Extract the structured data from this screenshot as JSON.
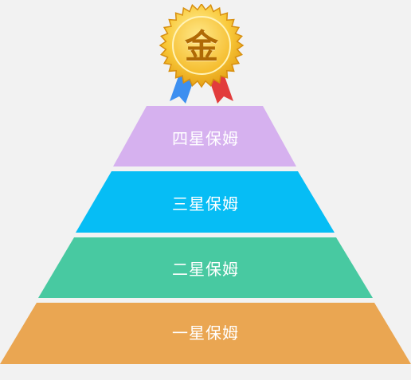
{
  "medal": {
    "text": "金",
    "icon": "gold-medal-icon"
  },
  "tiers": [
    {
      "label": "四星保姆",
      "color": "#d6b1ef"
    },
    {
      "label": "三星保姆",
      "color": "#06bdf5"
    },
    {
      "label": "二星保姆",
      "color": "#48c9a1"
    },
    {
      "label": "一星保姆",
      "color": "#eaa652"
    }
  ]
}
